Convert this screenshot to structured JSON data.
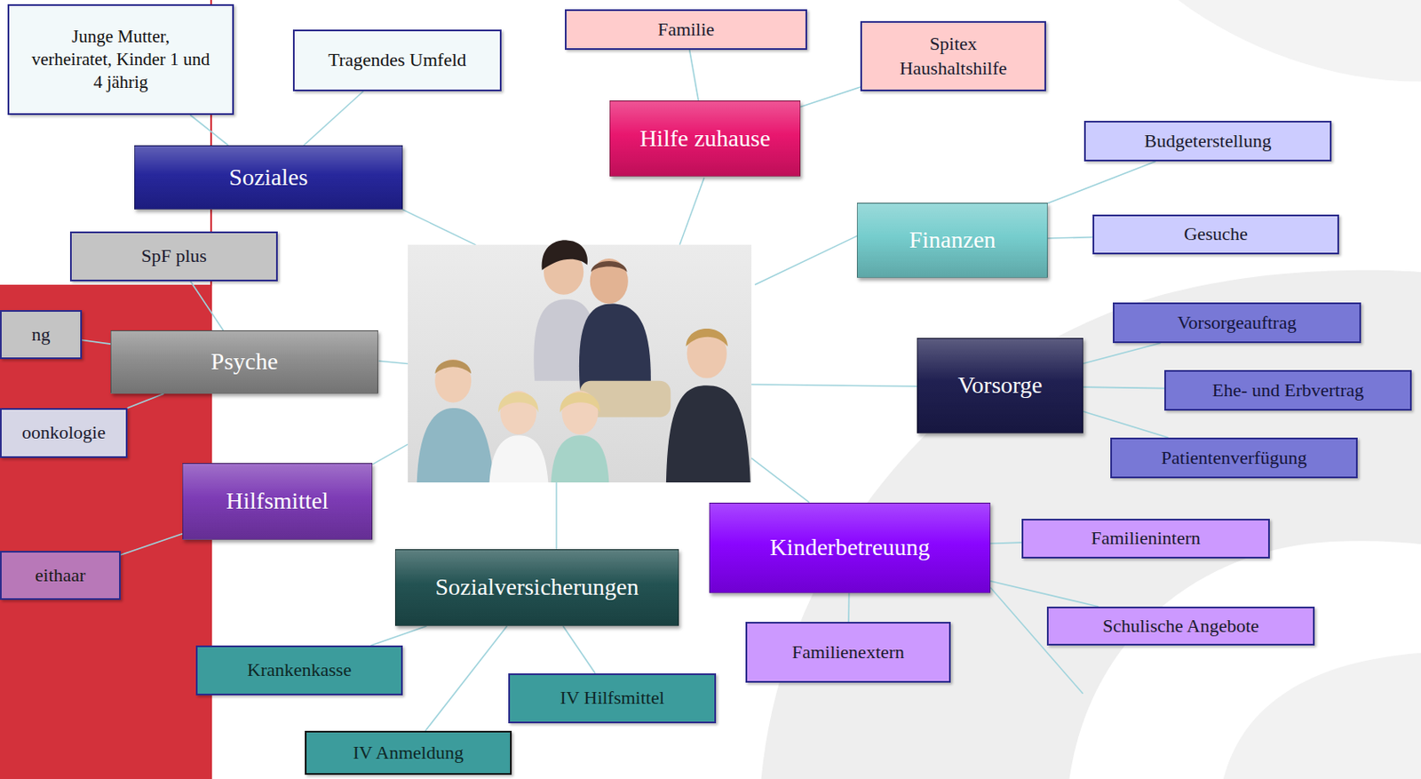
{
  "diagram": {
    "nodes": [
      {
        "text": [
          "Junge Mutter, verheiratet, Kinder 1 und 4 jährig"
        ]
      },
      {
        "text": [
          "Familie"
        ]
      },
      {
        "text": [
          "Spitex Haushaltshilfe"
        ]
      },
      {
        "text": [
          "Tragendes Umfeld"
        ]
      },
      {
        "text": [
          "Hilfe zuhause"
        ]
      },
      {
        "text": [
          "Budgeterstellung"
        ]
      },
      {
        "text": [
          "Soziales"
        ]
      },
      {
        "text": [
          "Finanzen"
        ]
      },
      {
        "text": [
          "Gesuche"
        ]
      },
      {
        "text": [
          "SpF plus"
        ]
      },
      {
        "text": [
          "Vorsorgeauftrag"
        ]
      },
      {
        "text": [
          "ng"
        ]
      },
      {
        "text": [
          "Psyche"
        ]
      },
      {
        "text": [
          "Vorsorge"
        ]
      },
      {
        "text": [
          "Ehe- und Erbvertrag"
        ]
      },
      {
        "text": [
          "oonkologie"
        ]
      },
      {
        "text": [
          "Patientenverfügung"
        ]
      },
      {
        "text": [
          "Hilfsmittel"
        ]
      },
      {
        "text": [
          "Kinderbetreuung"
        ]
      },
      {
        "text": [
          "Familienintern"
        ]
      },
      {
        "text": [
          "Sozialversicherungen"
        ]
      },
      {
        "text": [
          "eithaar"
        ]
      },
      {
        "text": [
          "Schulische Angebote"
        ]
      },
      {
        "text": [
          "Familienextern"
        ]
      },
      {
        "text": [
          "Krankenkasse"
        ]
      },
      {
        "text": [
          "IV Hilfsmittel"
        ]
      },
      {
        "text": [
          "IV Anmeldung"
        ]
      }
    ],
    "edges": [
      {
        "from": 6,
        "to": 0,
        "arrow": "none"
      },
      {
        "from": 6,
        "to": 3,
        "arrow": "none"
      },
      {
        "from": 4,
        "to": 1,
        "arrow": "none"
      },
      {
        "from": 4,
        "to": 2,
        "arrow": "none"
      },
      {
        "from": 7,
        "to": 5,
        "arrow": "none"
      },
      {
        "from": 7,
        "to": 8,
        "arrow": "none"
      },
      {
        "from": 12,
        "to": 9,
        "arrow": "none"
      },
      {
        "from": 12,
        "to": 11,
        "arrow": "none"
      },
      {
        "from": 12,
        "to": 15,
        "arrow": "none"
      },
      {
        "from": 13,
        "to": 10,
        "arrow": "none"
      },
      {
        "from": 13,
        "to": 14,
        "arrow": "none"
      },
      {
        "from": 13,
        "to": 16,
        "arrow": "none"
      },
      {
        "from": 17,
        "to": 21,
        "arrow": "none"
      },
      {
        "from": 18,
        "to": 19,
        "arrow": "none"
      },
      {
        "from": 18,
        "to": 22,
        "arrow": "none"
      },
      {
        "from": 18,
        "to": 23,
        "arrow": "none"
      },
      {
        "from": 20,
        "to": 24,
        "arrow": "none"
      },
      {
        "from": 20,
        "to": 25,
        "arrow": "none"
      },
      {
        "from": 20,
        "to": 26,
        "arrow": "none"
      }
    ]
  }
}
